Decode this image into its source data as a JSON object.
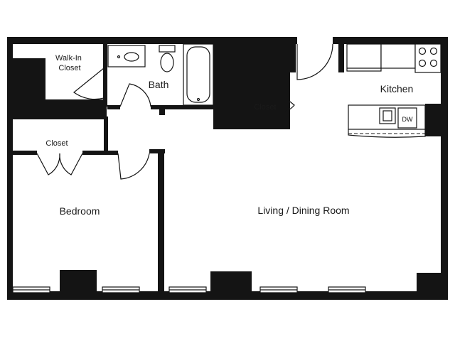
{
  "plan": {
    "rooms": {
      "walk_in_closet": "Walk-In\nCloset",
      "bath": "Bath",
      "closet_center": "Closet",
      "kitchen": "Kitchen",
      "closet_bedroom": "Closet",
      "bedroom": "Bedroom",
      "living_dining": "Living / Dining Room"
    },
    "appliances": {
      "dishwasher": "DW"
    }
  }
}
